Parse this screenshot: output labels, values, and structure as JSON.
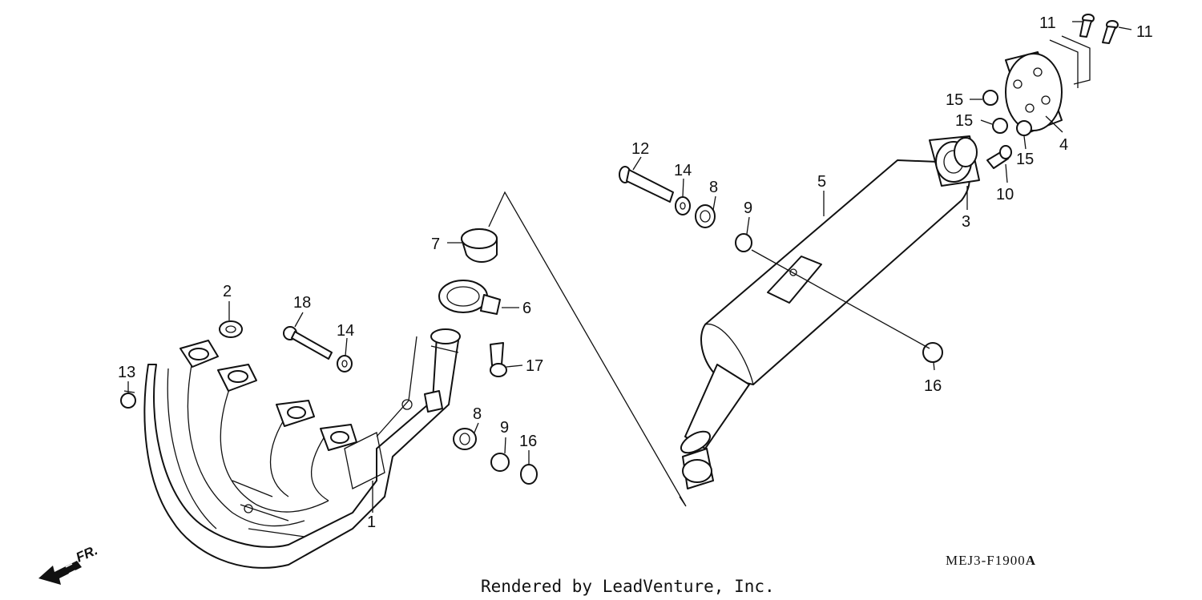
{
  "diagram_code": "MEJ3-F1900",
  "diagram_code_suffix": "A",
  "credit": "Rendered by LeadVenture, Inc.",
  "front_marker": "FR.",
  "callouts": {
    "c1": "1",
    "c2": "2",
    "c3": "3",
    "c4": "4",
    "c5": "5",
    "c6": "6",
    "c7": "7",
    "c8a": "8",
    "c8b": "8",
    "c9a": "9",
    "c9b": "9",
    "c10": "10",
    "c11a": "11",
    "c11b": "11",
    "c12": "12",
    "c13": "13",
    "c14a": "14",
    "c14b": "14",
    "c15a": "15",
    "c15b": "15",
    "c15c": "15",
    "c16a": "16",
    "c16b": "16",
    "c17": "17",
    "c18": "18"
  }
}
